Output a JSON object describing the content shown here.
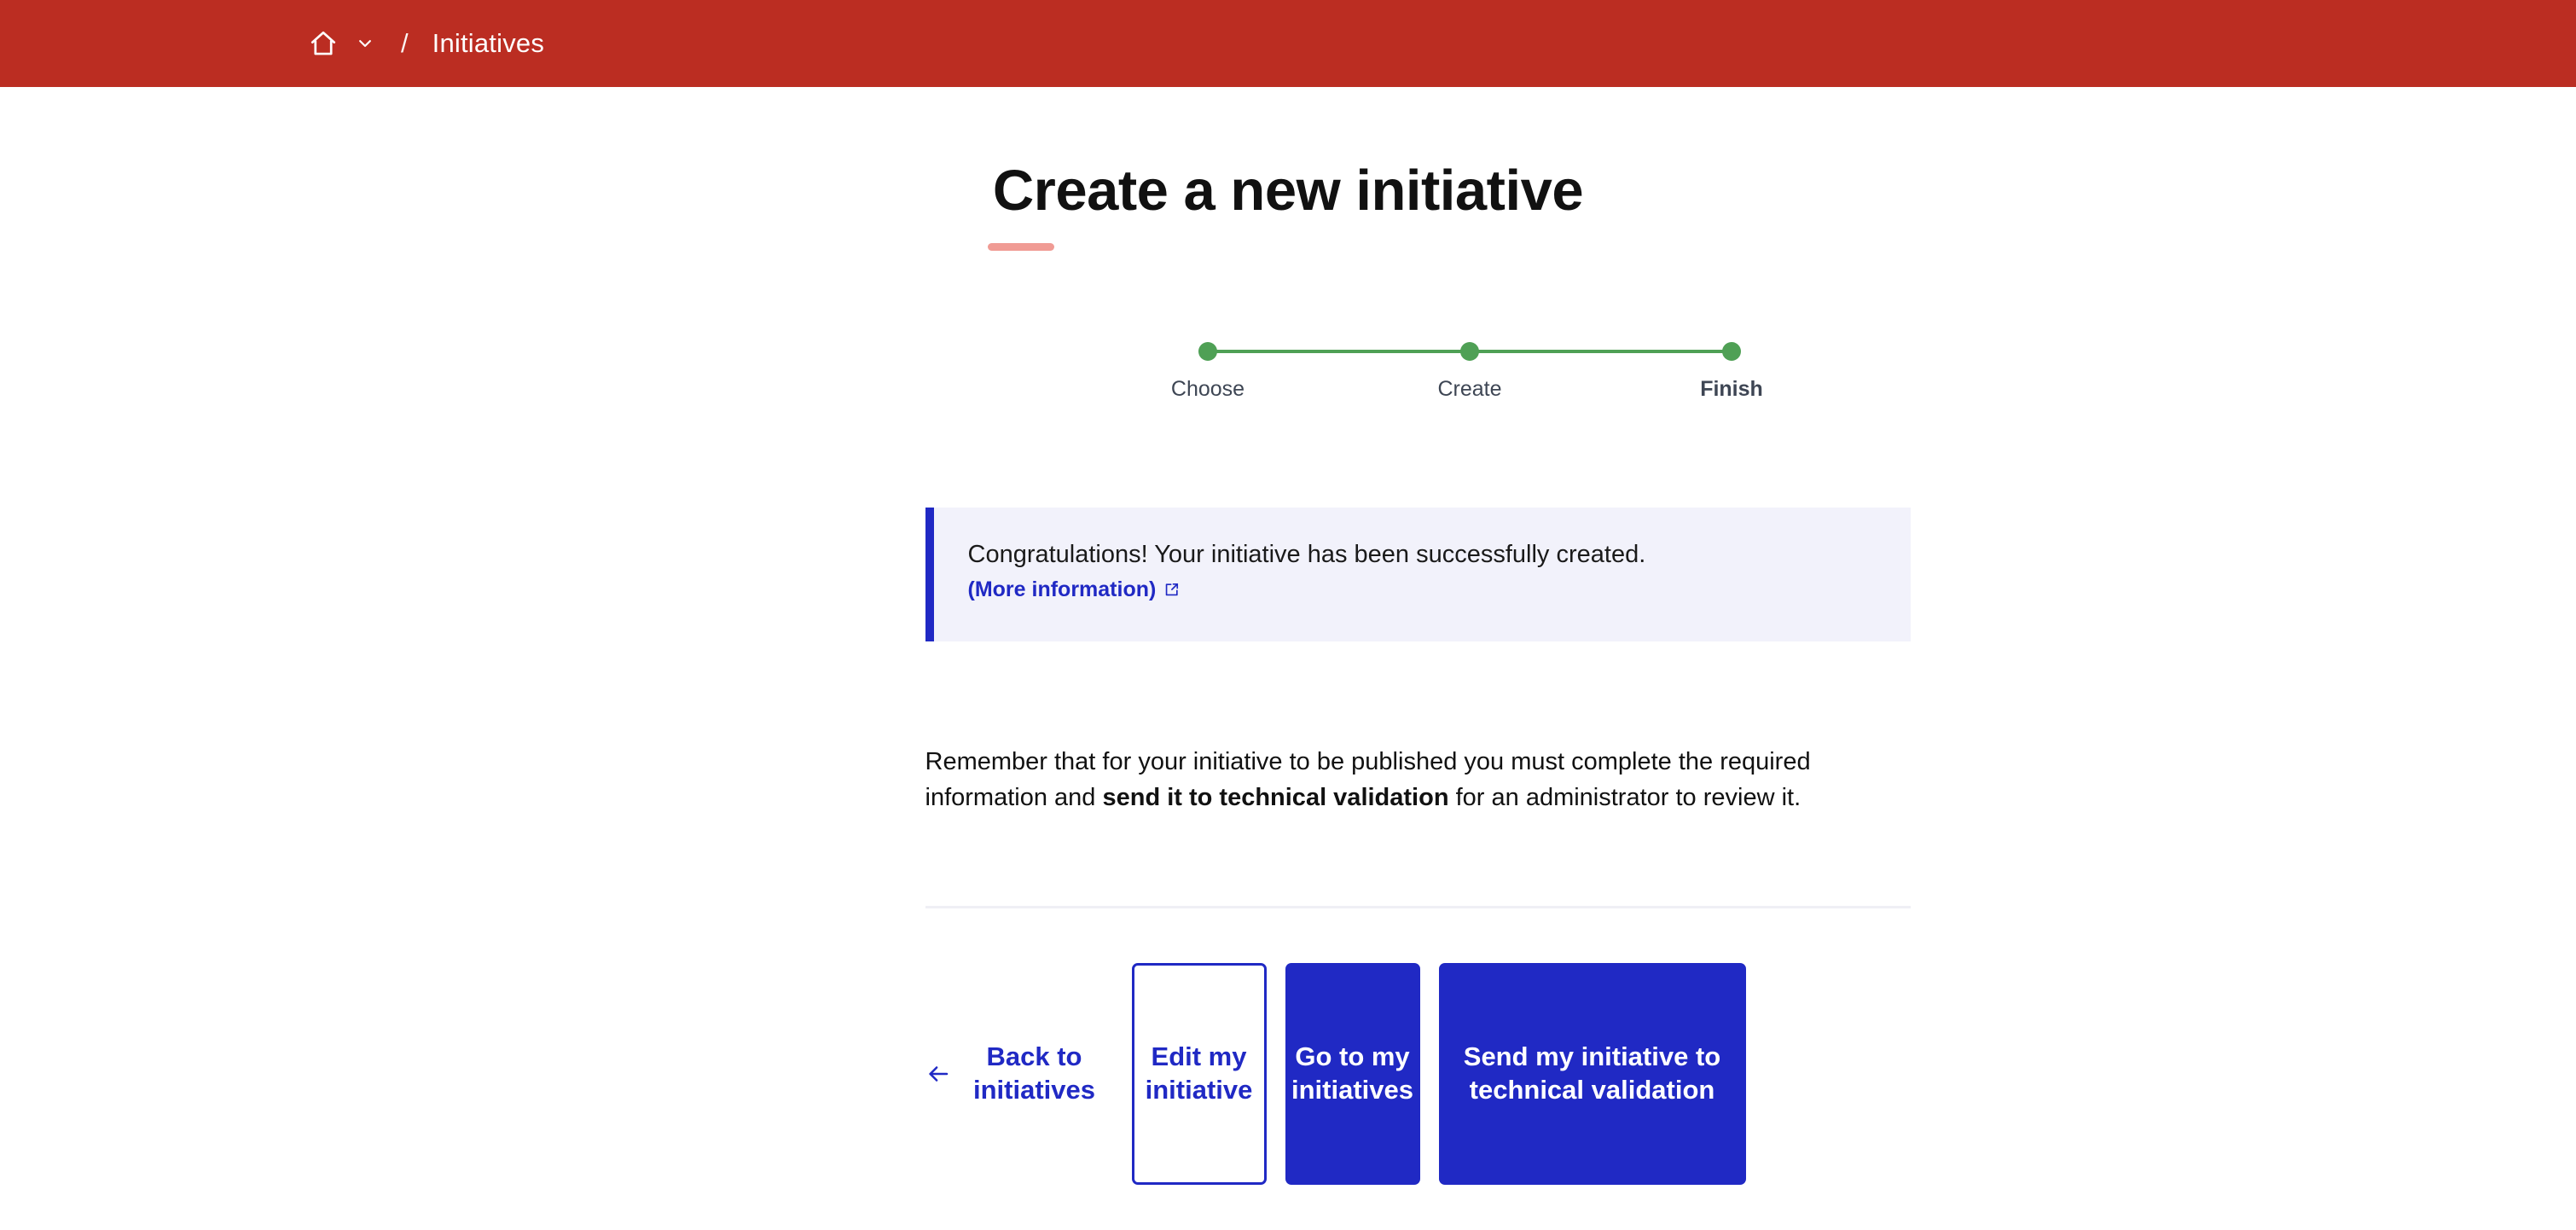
{
  "topbar": {
    "home_icon": "home-icon",
    "chevron_icon": "chevron-down-icon",
    "separator": "/",
    "current": "Initiatives",
    "background_color": "#BB2D22"
  },
  "page": {
    "title": "Create a new initiative",
    "accent_color": "#F09B94"
  },
  "stepper": {
    "active_color": "#4FA055",
    "steps": [
      {
        "label": "Choose",
        "state": "complete"
      },
      {
        "label": "Create",
        "state": "complete"
      },
      {
        "label": "Finish",
        "state": "current"
      }
    ]
  },
  "callout": {
    "message": "Congratulations! Your initiative has been successfully created.",
    "link_label": "(More information)",
    "link_icon": "external-link-icon",
    "background_color": "#F2F2FB",
    "border_color": "#2029C4"
  },
  "body": {
    "line_part_1": "Remember that for your initiative to be published you must complete the required information and ",
    "line_emphasis": "send it to technical validation",
    "line_part_2": " for an administrator to review it."
  },
  "actions": {
    "back_icon": "arrow-left-icon",
    "back_label": "Back to initiatives",
    "edit_label": "Edit my initiative",
    "goto_label": "Go to my initiatives",
    "send_label": "Send my initiative to technical validation",
    "primary_color": "#2029C4"
  }
}
